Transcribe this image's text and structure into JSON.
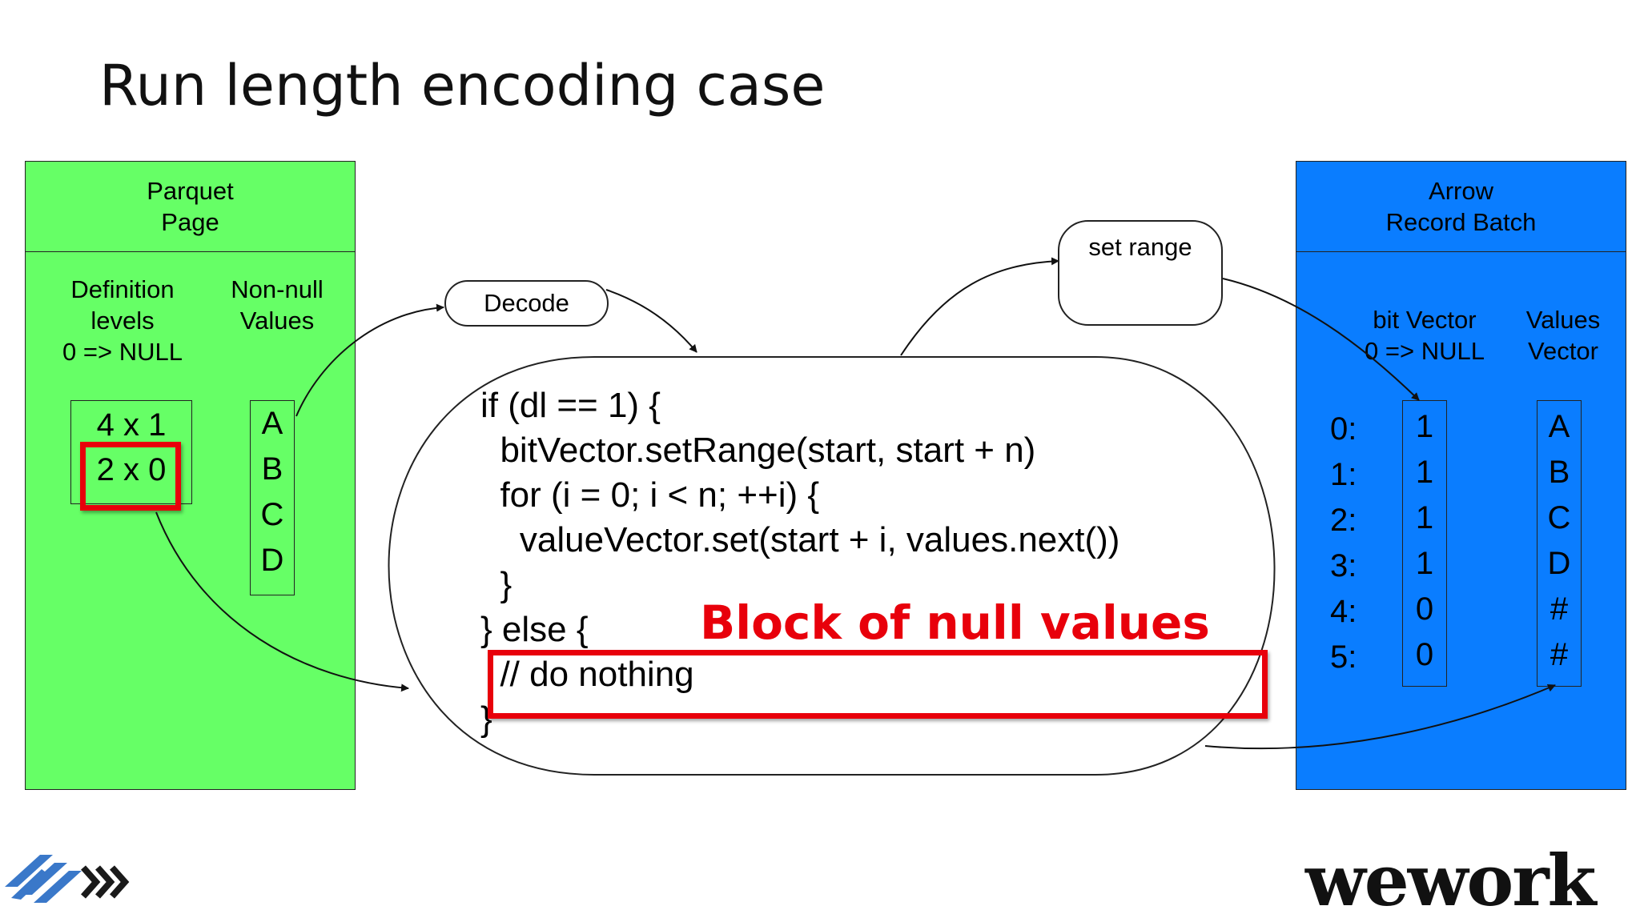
{
  "slide": {
    "title": "Run length encoding case"
  },
  "parquet": {
    "header": [
      "Parquet",
      "Page"
    ],
    "def_label": [
      "Definition",
      "levels",
      "0 => NULL"
    ],
    "nonnull_label": [
      "Non-null",
      "Values"
    ],
    "runs": [
      "4 x 1",
      "2 x 0"
    ],
    "values": [
      "A",
      "B",
      "C",
      "D"
    ]
  },
  "arrow": {
    "header": [
      "Arrow",
      "Record Batch"
    ],
    "bit_label": [
      "bit Vector",
      "0 => NULL"
    ],
    "values_label": [
      "Values",
      "Vector"
    ],
    "indices": [
      "0:",
      "1:",
      "2:",
      "3:",
      "4:",
      "5:"
    ],
    "bits": [
      "1",
      "1",
      "1",
      "1",
      "0",
      "0"
    ],
    "values": [
      "A",
      "B",
      "C",
      "D",
      "#",
      "#"
    ]
  },
  "flow": {
    "decode": "Decode",
    "set_range": "set range"
  },
  "code": {
    "lines": [
      "if (dl == 1) {",
      "  bitVector.setRange(start, start + n)",
      "  for (i = 0; i < n; ++i) {",
      "    valueVector.set(start + i, values.next())",
      "  }",
      "} else {",
      "  // do nothing",
      "}"
    ]
  },
  "annotation": {
    "label": "Block of null values"
  },
  "logos": {
    "right": "wework",
    "left_icon": "company-chevron-logo"
  },
  "colors": {
    "parquet_panel": "#66ff66",
    "arrow_panel": "#0a7dff",
    "highlight": "#e8000b"
  }
}
